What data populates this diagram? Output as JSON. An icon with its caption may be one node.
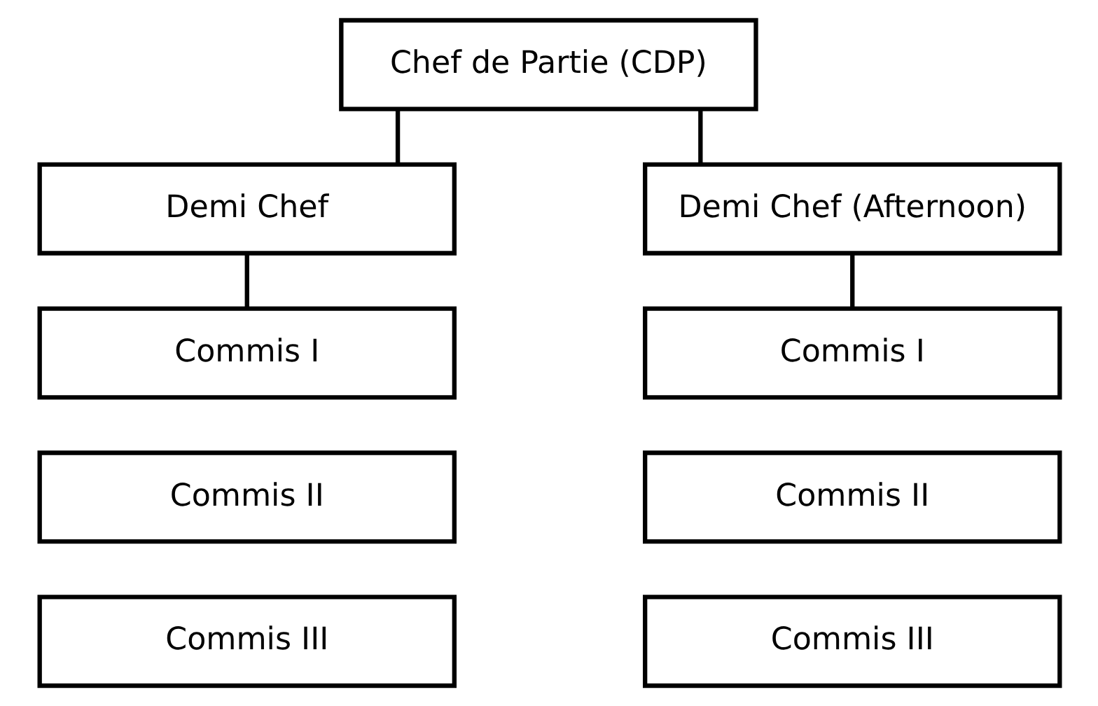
{
  "diagram": {
    "nodes": [
      {
        "text": [
          "Chef de Partie (CDP)"
        ]
      },
      {
        "text": [
          "Demi Chef"
        ]
      },
      {
        "text": [
          "Demi Chef (Afternoon)"
        ]
      },
      {
        "text": [
          "Commis I"
        ]
      },
      {
        "text": [
          "Commis II"
        ]
      },
      {
        "text": [
          "Commis III"
        ]
      },
      {
        "text": [
          "Commis I"
        ]
      },
      {
        "text": [
          "Commis II"
        ]
      },
      {
        "text": [
          "Commis III"
        ]
      }
    ],
    "edges": [
      {
        "from": 0,
        "to": 1,
        "arrow": "none"
      },
      {
        "from": 0,
        "to": 2,
        "arrow": "none"
      },
      {
        "from": 1,
        "to": 3,
        "arrow": "none"
      },
      {
        "from": 2,
        "to": 6,
        "arrow": "none"
      }
    ]
  }
}
